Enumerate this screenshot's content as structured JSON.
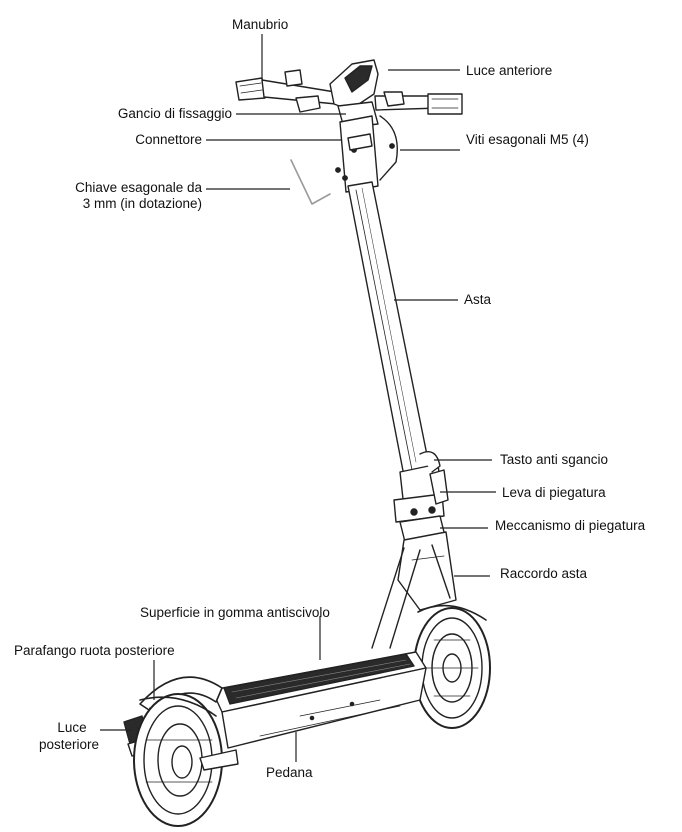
{
  "labels": {
    "manubrio": "Manubrio",
    "luce_anteriore": "Luce anteriore",
    "gancio": "Gancio di fissaggio",
    "connettore": "Connettore",
    "viti": "Viti esagonali M5 (4)",
    "chiave_line1": "Chiave esagonale da",
    "chiave_line2": "3 mm (in dotazione)",
    "asta": "Asta",
    "tasto": "Tasto anti sgancio",
    "leva": "Leva di piegatura",
    "meccanismo": "Meccanismo di piegatura",
    "raccordo": "Raccordo asta",
    "superficie": "Superficie in gomma antiscivolo",
    "parafango": "Parafango ruota posteriore",
    "luce_post_line1": "Luce",
    "luce_post_line2": "posteriore",
    "pedana": "Pedana"
  }
}
